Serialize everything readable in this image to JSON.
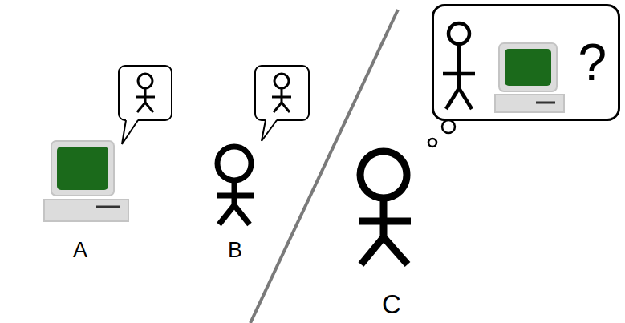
{
  "diagram": {
    "nodes": [
      {
        "text": [
          "?"
        ]
      }
    ],
    "labels": [
      "A",
      "B",
      "C"
    ]
  }
}
